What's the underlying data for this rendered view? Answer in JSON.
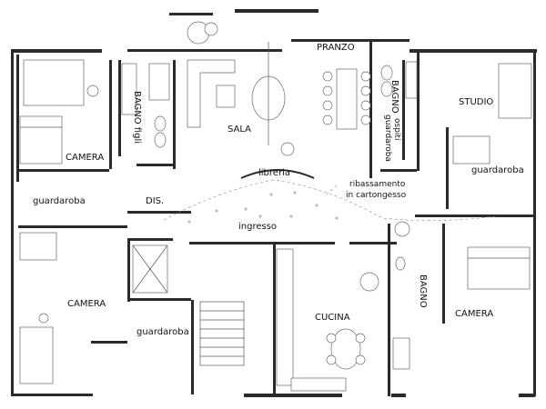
{
  "rooms": {
    "pranzo": "PRANZO",
    "sala": "SALA",
    "libreria": "libreria",
    "bagno_figli": "BAGNO figli",
    "camera_tl": "CAMERA",
    "guardaroba_l": "guardaroba",
    "dis": "DIS.",
    "ingresso": "ingresso",
    "ribassamento_1": "ribassamento",
    "ribassamento_2": "in cartongesso",
    "bagno_top": "BAGNO",
    "guardaroba_ospiti_1": "guardaroba",
    "guardaroba_ospiti_2": "ospiti",
    "studio": "STUDIO",
    "guardaroba_r": "guardaroba",
    "camera_bl": "CAMERA",
    "guardaroba_bl": "guardaroba",
    "cucina": "CUCINA",
    "bagno_br": "BAGNO",
    "camera_br": "CAMERA"
  }
}
